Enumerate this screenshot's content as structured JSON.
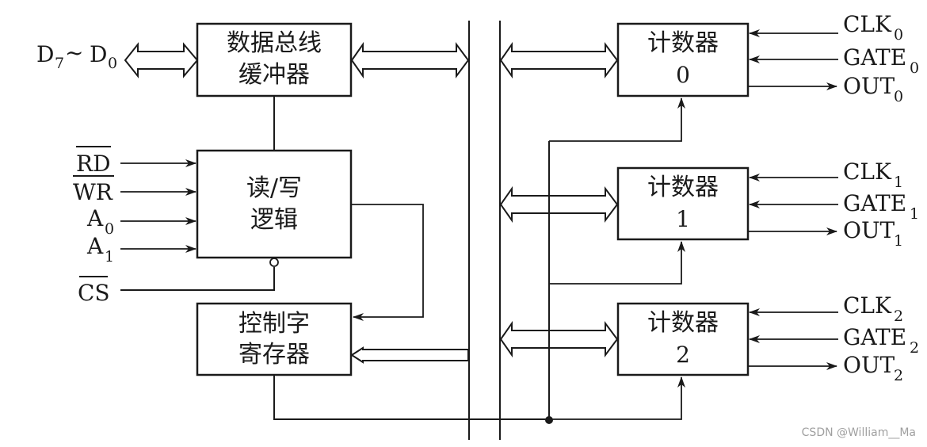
{
  "blocks": {
    "data_bus_buffer": [
      "数据总线",
      "缓冲器"
    ],
    "rw_logic": [
      "读/写",
      "逻辑"
    ],
    "control_word_register": [
      "控制字",
      "寄存器"
    ],
    "counter0": [
      "计数器",
      "0"
    ],
    "counter1": [
      "计数器",
      "1"
    ],
    "counter2": [
      "计数器",
      "2"
    ]
  },
  "data_bus_label": {
    "d7": "D",
    "sub7": "7",
    "tilde": "~",
    "d0": "D",
    "sub0": "0"
  },
  "control_signals": {
    "rd": "RD",
    "wr": "WR",
    "a0": "A",
    "a0_sub": "0",
    "a1": "A",
    "a1_sub": "1",
    "cs": "CS"
  },
  "counter_signals": [
    {
      "clk": "CLK",
      "gate": "GATE",
      "out": "OUT",
      "sub": "0"
    },
    {
      "clk": "CLK",
      "gate": "GATE",
      "out": "OUT",
      "sub": "1"
    },
    {
      "clk": "CLK",
      "gate": "GATE",
      "out": "OUT",
      "sub": "2"
    }
  ],
  "watermark": "CSDN @William__Ma"
}
